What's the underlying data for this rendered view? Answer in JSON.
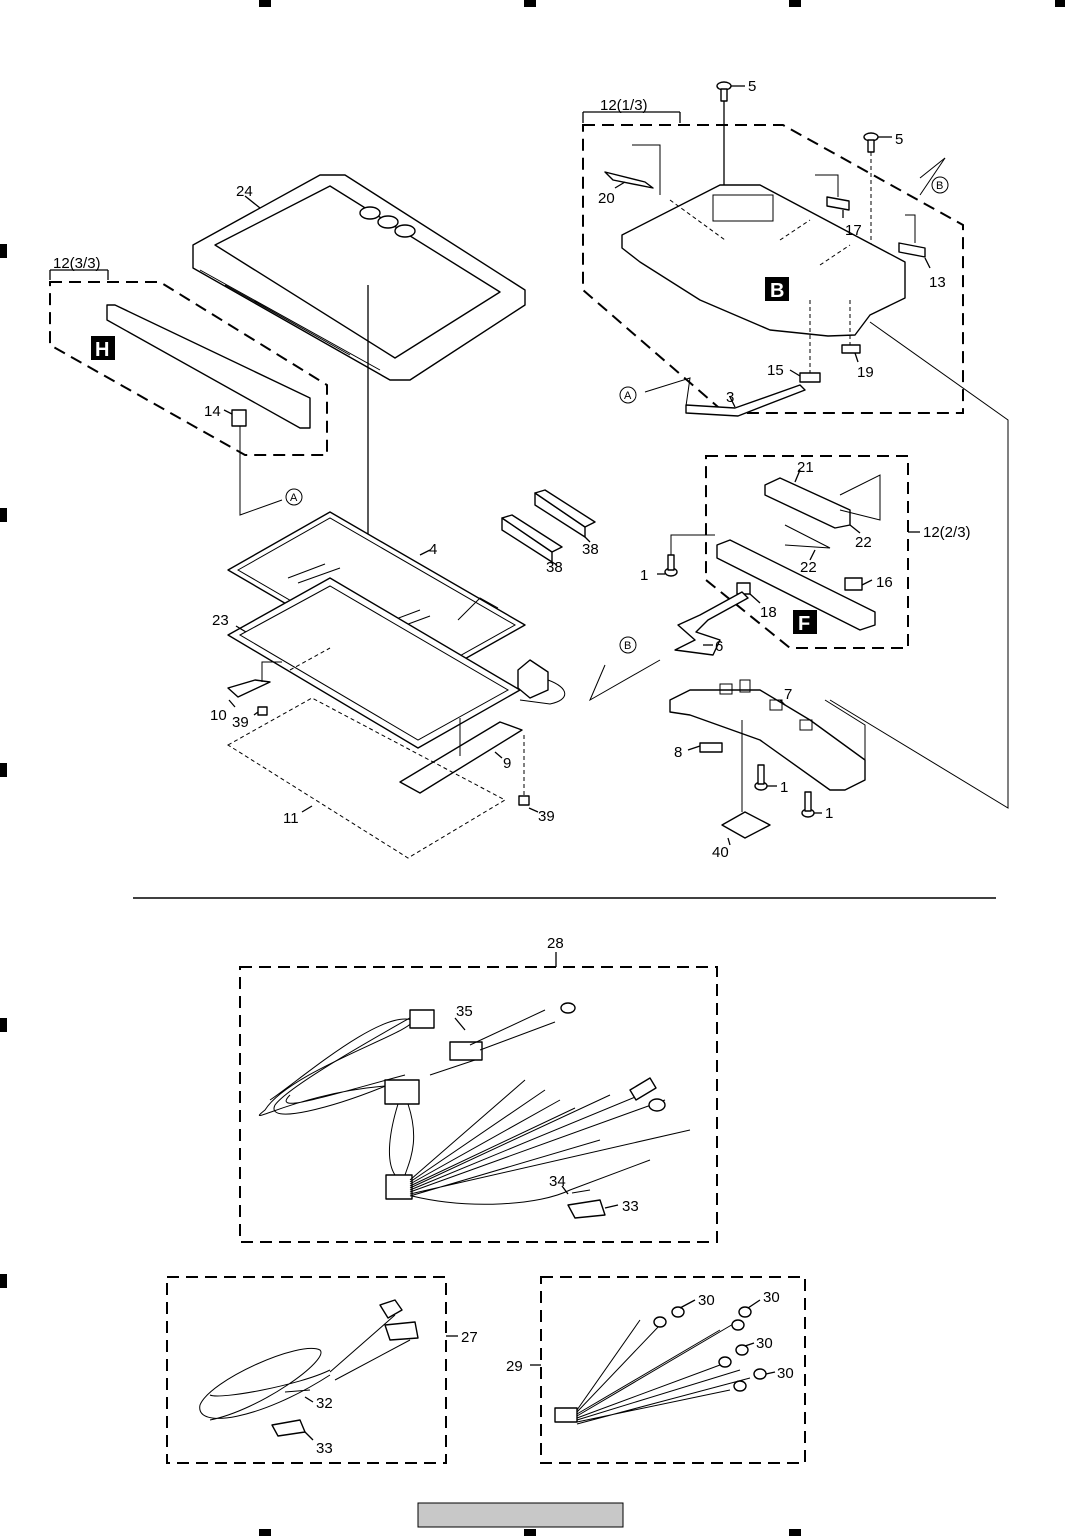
{
  "callouts": {
    "c5a": "5",
    "c5b": "5",
    "c12_1_3": "12(1/3)",
    "cB": "B",
    "c20": "20",
    "c17": "17",
    "c13": "13",
    "c19": "19",
    "c15": "15",
    "c3": "3",
    "cA1": "A",
    "c24": "24",
    "c12_3_3": "12(3/3)",
    "c14": "14",
    "cA2": "A",
    "c21": "21",
    "c22a": "22",
    "c22b": "22",
    "c12_2_3": "12(2/3)",
    "c16": "16",
    "c18": "18",
    "c6": "6",
    "cB2": "B",
    "c1a": "1",
    "c7": "7",
    "c8": "8",
    "c1b": "1",
    "c1c": "1",
    "c40": "40",
    "c38a": "38",
    "c38b": "38",
    "c4": "4",
    "c23": "23",
    "c10": "10",
    "c39a": "39",
    "c9": "9",
    "c39b": "39",
    "c11": "11",
    "c28": "28",
    "c35": "35",
    "c34": "34",
    "c33a": "33",
    "c27": "27",
    "c32": "32",
    "c33b": "33",
    "c29": "29",
    "c30a": "30",
    "c30b": "30",
    "c30c": "30",
    "c30d": "30"
  },
  "badges": {
    "B": "B",
    "H": "H",
    "F": "F"
  },
  "footer": {
    "page_box": ""
  }
}
